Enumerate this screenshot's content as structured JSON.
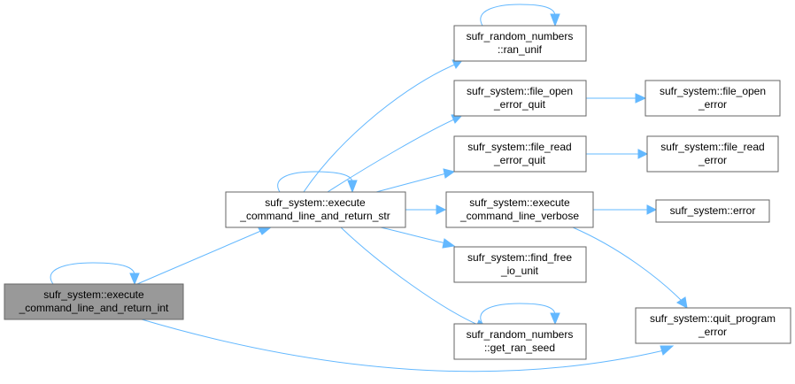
{
  "diagram": {
    "nodes": {
      "exec_int": {
        "lines": [
          "sufr_system::execute",
          "_command_line_and_return_int"
        ],
        "highlighted": true
      },
      "exec_str": {
        "lines": [
          "sufr_system::execute",
          "_command_line_and_return_str"
        ]
      },
      "ran_unif": {
        "lines": [
          "sufr_random_numbers",
          "::ran_unif"
        ]
      },
      "file_open_quit": {
        "lines": [
          "sufr_system::file_open",
          "_error_quit"
        ]
      },
      "file_open_error": {
        "lines": [
          "sufr_system::file_open",
          "_error"
        ]
      },
      "file_read_quit": {
        "lines": [
          "sufr_system::file_read",
          "_error_quit"
        ]
      },
      "file_read_error": {
        "lines": [
          "sufr_system::file_read",
          "_error"
        ]
      },
      "exec_verbose": {
        "lines": [
          "sufr_system::execute",
          "_command_line_verbose"
        ]
      },
      "error": {
        "lines": [
          "sufr_system::error"
        ]
      },
      "find_free": {
        "lines": [
          "sufr_system::find_free",
          "_io_unit"
        ]
      },
      "quit_program": {
        "lines": [
          "sufr_system::quit_program",
          "_error"
        ]
      },
      "get_ran_seed": {
        "lines": [
          "sufr_random_numbers",
          "::get_ran_seed"
        ]
      }
    },
    "edges": [
      [
        "exec_int",
        "exec_int"
      ],
      [
        "exec_int",
        "exec_str"
      ],
      [
        "exec_int",
        "quit_program"
      ],
      [
        "exec_str",
        "exec_str"
      ],
      [
        "exec_str",
        "ran_unif"
      ],
      [
        "exec_str",
        "file_open_quit"
      ],
      [
        "exec_str",
        "file_read_quit"
      ],
      [
        "exec_str",
        "exec_verbose"
      ],
      [
        "exec_str",
        "find_free"
      ],
      [
        "exec_str",
        "get_ran_seed"
      ],
      [
        "ran_unif",
        "ran_unif"
      ],
      [
        "file_open_quit",
        "file_open_error"
      ],
      [
        "file_read_quit",
        "file_read_error"
      ],
      [
        "exec_verbose",
        "error"
      ],
      [
        "exec_verbose",
        "quit_program"
      ],
      [
        "get_ran_seed",
        "get_ran_seed"
      ]
    ],
    "colors": {
      "edge": "#63b8ff",
      "node_border": "#666666",
      "node_fill": "#ffffff",
      "highlight_fill": "#999999"
    }
  }
}
